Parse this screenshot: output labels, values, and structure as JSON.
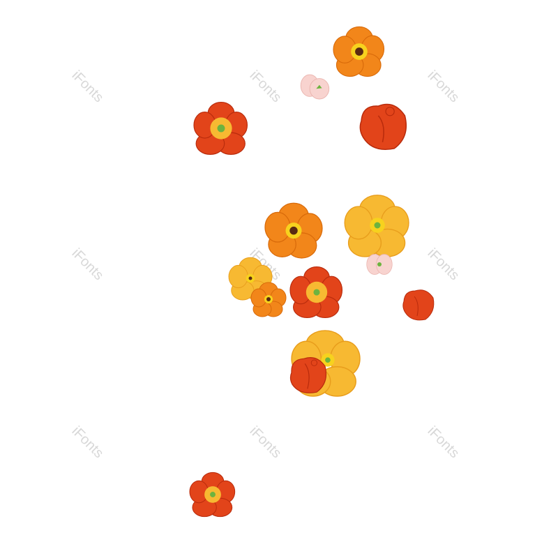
{
  "watermark_text": "iFonts",
  "colors": {
    "background": "#ffffff",
    "red_petal": "#e2441a",
    "red_petal_dark": "#b82b0c",
    "orange_petal": "#f2861a",
    "orange_petal_dark": "#d86a0a",
    "yellow_petal": "#f7b932",
    "yellow_petal_dark": "#e89d1c",
    "pink_petal": "#f8d3cf",
    "center_yellow": "#f7d21e",
    "center_brown": "#5a2a12",
    "center_green": "#6db33f",
    "watermark": "#d4d4d4"
  },
  "flowers": [
    {
      "name": "orange-poppy-top",
      "kind": "open",
      "color": "orange"
    },
    {
      "name": "pink-bud-top",
      "kind": "bud",
      "color": "pink"
    },
    {
      "name": "red-poppy-left",
      "kind": "open",
      "color": "red"
    },
    {
      "name": "red-tulip-right",
      "kind": "closed",
      "color": "red"
    },
    {
      "name": "orange-poppy-center",
      "kind": "open",
      "color": "orange"
    },
    {
      "name": "yellow-poppy-right",
      "kind": "open",
      "color": "yellow"
    },
    {
      "name": "pink-bud-center",
      "kind": "bud",
      "color": "pink"
    },
    {
      "name": "yellow-poppy-left",
      "kind": "open",
      "color": "yellow"
    },
    {
      "name": "orange-poppy-small",
      "kind": "open",
      "color": "orange"
    },
    {
      "name": "red-poppy-center",
      "kind": "open",
      "color": "red"
    },
    {
      "name": "red-tulip-small",
      "kind": "closed",
      "color": "red"
    },
    {
      "name": "yellow-poppy-bottom",
      "kind": "open",
      "color": "yellow"
    },
    {
      "name": "red-tulip-bottom",
      "kind": "closed",
      "color": "red"
    },
    {
      "name": "red-poppy-bottom-left",
      "kind": "open",
      "color": "red"
    }
  ]
}
